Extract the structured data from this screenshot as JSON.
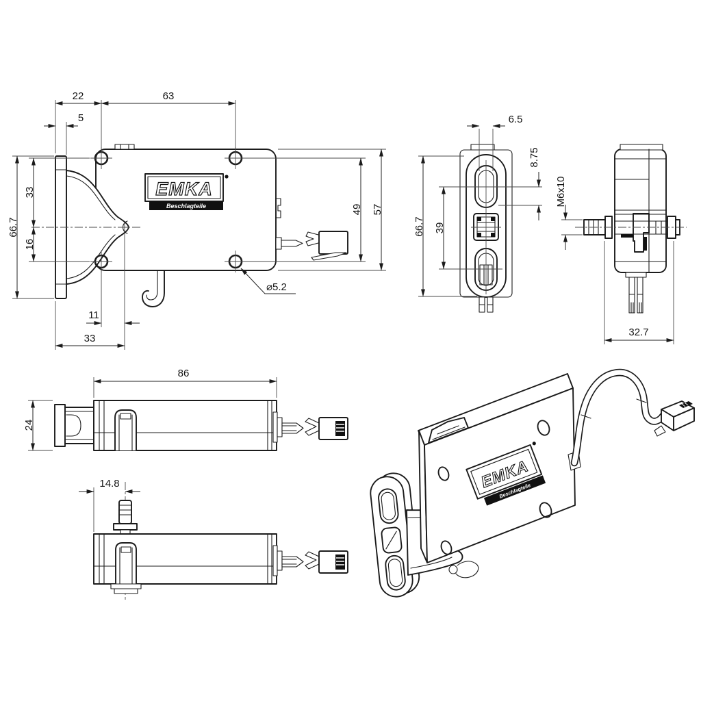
{
  "drawing": {
    "background": "#ffffff",
    "line_color": "#1b1b1b",
    "brand": {
      "logo_text": "EMKA",
      "logo_subtext": "Beschlagteile"
    },
    "front_view": {
      "dim_plate_to_hole": "22",
      "dim_hole_spacing": "63",
      "dim_plate_thickness": "5",
      "dim_hole_to_center": "33",
      "dim_center_to_hole": "16",
      "dim_total_height": "66.7",
      "dim_hole_span": "49",
      "dim_body_height": "57",
      "dim_center_to_hook": "11",
      "dim_plate_to_hook": "33",
      "dim_hole_dia": "⌀5.2"
    },
    "keeper_view": {
      "dim_slot_width": "6.5",
      "dim_slot_end": "8.75",
      "dim_total_height": "66.7",
      "dim_slot_spacing": "39"
    },
    "side_view": {
      "dim_stud": "M6x10",
      "dim_depth": "32.7"
    },
    "top_view": {
      "dim_length": "86",
      "dim_width": "24"
    },
    "bottom_view": {
      "dim_stud_offset": "14.8"
    }
  }
}
